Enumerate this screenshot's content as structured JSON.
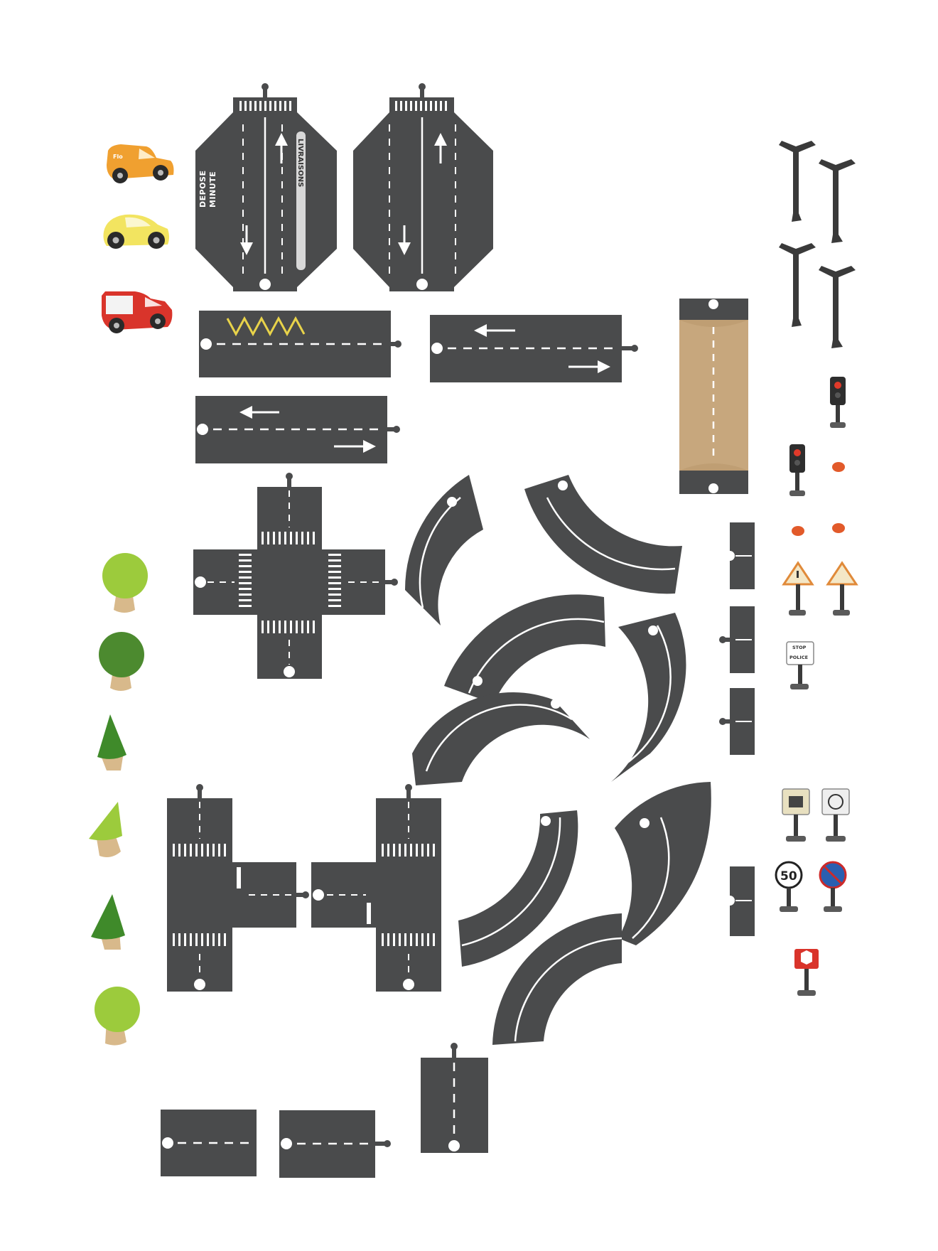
{
  "labels": {
    "depose": "DEPOSE",
    "minute": "MINUTE",
    "livraisons": "LIVRAISONS",
    "car_logo": "Flo",
    "stop": "STOP",
    "police": "POLICE",
    "speed_limit": "50"
  },
  "colors": {
    "asphalt": "#4a4b4c",
    "asphalt_edge": "#3a3b3c",
    "marking": "#ffffff",
    "zigzag": "#e8d34a",
    "wood": "#c7a77d",
    "tree_light": "#9ccb3c",
    "tree_dark": "#4c8a2f",
    "trunk": "#d8b98b",
    "lamp": "#3a3a3a",
    "car_orange": "#f0a030",
    "car_yellow": "#f2e460",
    "car_red": "#d9342b",
    "cone": "#e25a2a"
  },
  "icons": {
    "traffic_light": "traffic-light-icon",
    "warning_sign": "warning-sign-icon",
    "speed_sign": "speed-limit-icon",
    "no_parking": "no-parking-icon",
    "camera_sign": "speed-camera-icon",
    "parcel_sign": "parcel-sign-icon"
  }
}
